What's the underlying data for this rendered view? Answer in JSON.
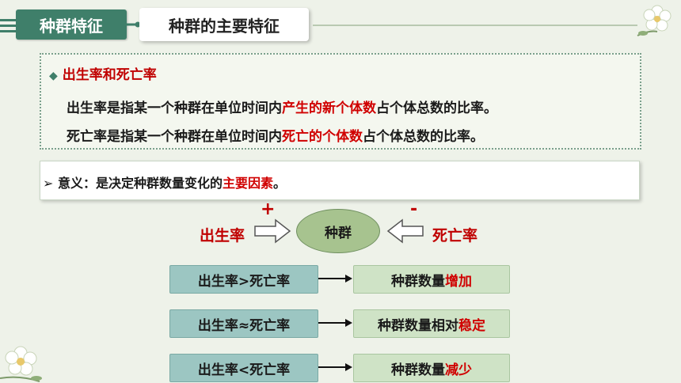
{
  "header": {
    "section_title": "种群特征",
    "page_title": "种群的主要特征"
  },
  "definition": {
    "title": "出生率和死亡率",
    "birth": {
      "pre": "出生率是指某一个种群在单位时间内",
      "hl": "产生的新个体数",
      "post": "占个体总数的比率。"
    },
    "death": {
      "pre": "死亡率是指某一个种群在单位时间内",
      "hl": "死亡的个体数",
      "post": "占个体总数的比率。"
    }
  },
  "significance": {
    "marker": "➢",
    "pre": "意义：是决定种群数量变化的",
    "hl": "主要因素",
    "post": "。"
  },
  "diagram": {
    "left_label": "出生率",
    "plus": "+",
    "center": "种群",
    "minus": "-",
    "right_label": "死亡率"
  },
  "rows": [
    {
      "condition": "出生率>死亡率",
      "result_pre": "种群数量",
      "result_hl": "增加"
    },
    {
      "condition": "出生率≈死亡率",
      "result_pre": "种群数量相对",
      "result_hl": "稳定"
    },
    {
      "condition": "出生率<死亡率",
      "result_pre": "种群数量",
      "result_hl": "减少"
    }
  ],
  "colors": {
    "accent_green": "#3f7f6a",
    "highlight_red": "#d00000",
    "condition_box": "#9cc6c2",
    "result_box": "#cfe3c6",
    "ellipse": "#a7c38f"
  }
}
